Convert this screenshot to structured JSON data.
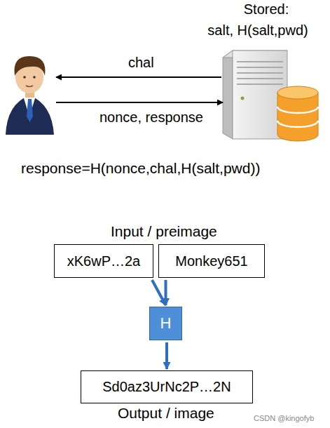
{
  "diagram": {
    "nodes": [
      {
        "text": [
          "Stored:",
          "salt, H(salt,pwd)"
        ]
      },
      {
        "text": [
          "xK6wP…2a"
        ]
      },
      {
        "text": [
          "Monkey651"
        ]
      },
      {
        "text": [
          "H"
        ]
      },
      {
        "text": [
          "Sd0az3UrNc2P…2N"
        ]
      }
    ],
    "edges": [
      {
        "from": 1,
        "to": 3,
        "arrow": "to"
      },
      {
        "from": 2,
        "to": 3,
        "arrow": "to"
      },
      {
        "from": 3,
        "to": 4,
        "arrow": "to"
      }
    ],
    "labels": [
      "chal",
      "nonce, response",
      "response=H(nonce,chal,H(salt,pwd))",
      "Input / preimage",
      "Output / image",
      "CSDN @kingofyb"
    ]
  }
}
